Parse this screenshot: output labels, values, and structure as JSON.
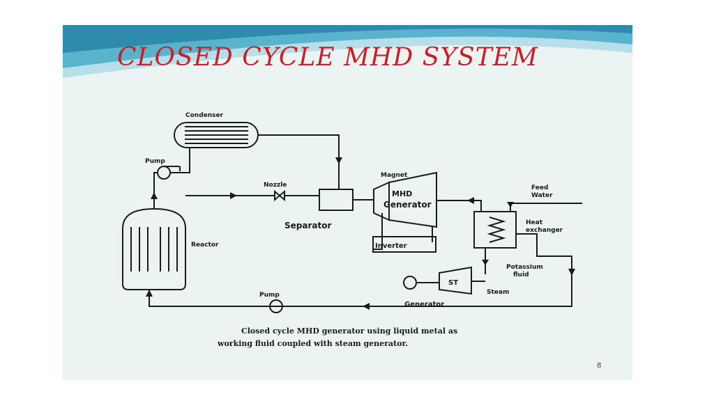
{
  "slide": {
    "title": "CLOSED CYCLE MHD SYSTEM",
    "page_number": "8",
    "colors": {
      "title": "#c8202a",
      "background": "#ebf4f3",
      "swoosh": "#3fa7c6"
    }
  },
  "diagram": {
    "labels": {
      "condenser": "Condenser",
      "pump_top": "Pump",
      "nozzle": "Nozzle",
      "separator": "Separator",
      "magnet": "Magnet",
      "mhd_line1": "MHD",
      "mhd_line2": "Generator",
      "inverter": "Inverter",
      "reactor": "Reactor",
      "feed_line1": "Feed",
      "feed_line2": "Water",
      "heat_line1": "Heat",
      "heat_line2": "exchanger",
      "potassium_line1": "Potassium",
      "potassium_line2": "fluid",
      "st": "ST",
      "steam": "Steam",
      "generator": "Generator",
      "pump_bottom": "Pump"
    },
    "caption": {
      "line1": "Closed cycle MHD generator using liquid metal as",
      "line2": "working fluid coupled with steam generator."
    }
  }
}
